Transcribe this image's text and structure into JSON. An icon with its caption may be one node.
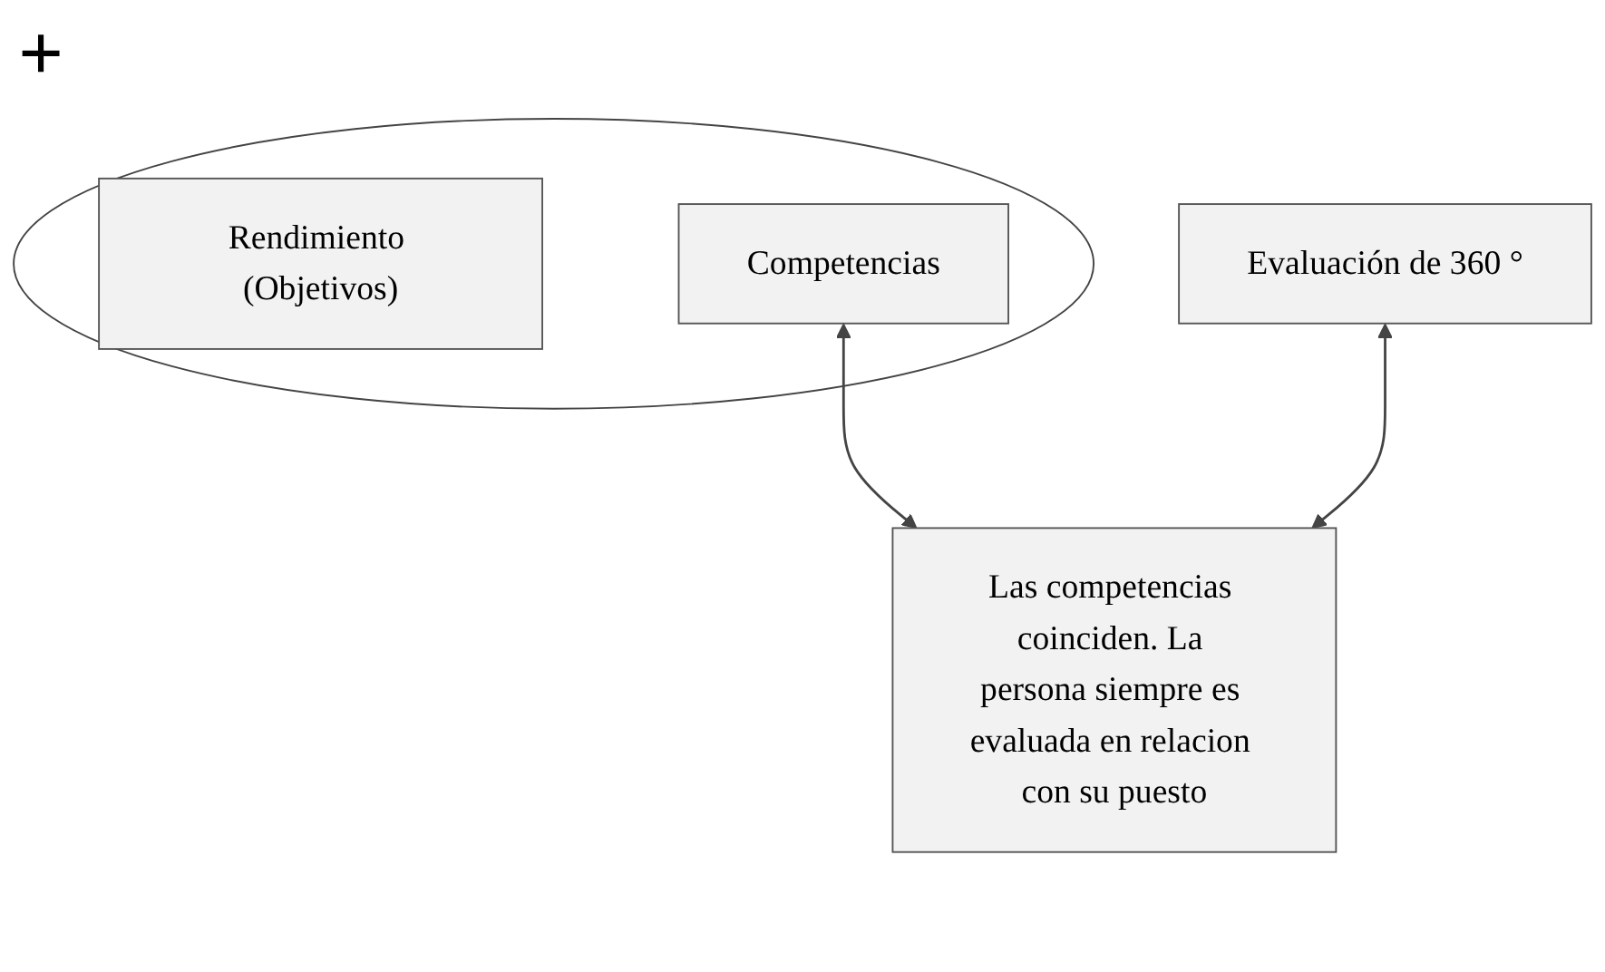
{
  "diagram": {
    "nodes": [
      {
        "text": [],
        "shape": "ellipse"
      },
      {
        "text": [
          "Rendimiento (Objetivos)"
        ],
        "in": 0
      },
      {
        "text": [
          "Competencias"
        ],
        "in": 0
      },
      {
        "text": [
          "Evaluación de 360 °"
        ]
      },
      {
        "text": [
          "Las competencias coinciden. La persona siempre es evaluada en relacion con su puesto"
        ]
      }
    ],
    "edges": [
      {
        "from": 2,
        "to": 4,
        "arrow": "both"
      },
      {
        "from": 3,
        "to": 4,
        "arrow": "both"
      }
    ],
    "labels": [
      "+"
    ]
  }
}
